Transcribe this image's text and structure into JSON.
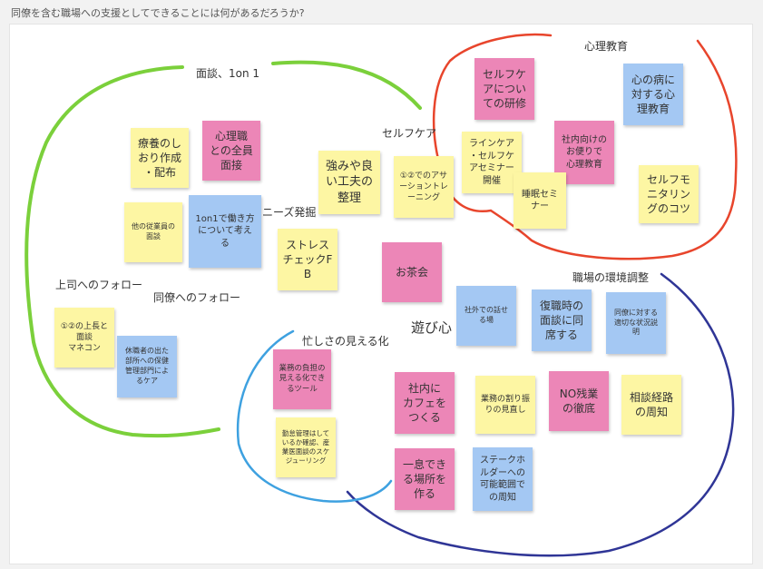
{
  "prompt": "同僚を含む職場への支援としてできることには何があるだろうか?",
  "colors": {
    "green_stroke": "#7bd03b",
    "red_stroke": "#e8452c",
    "navy_stroke": "#2f3596",
    "blue_stroke": "#3ea1e0",
    "note_yellow": "#fdf6a3",
    "note_pink": "#ec86b7",
    "note_blue": "#a4c8f3"
  },
  "labels": {
    "mendan": "面談、1on 1",
    "selfcare": "セルフケア",
    "shinri_kyoiku": "心理教育",
    "needs": "ニーズ発掘",
    "joshi": "上司へのフォロー",
    "doryo": "同僚へのフォロー",
    "shokuba_chosei": "職場の環境調整",
    "asobigokoro": "遊び心",
    "isogashisa": "忙しさの見える化"
  },
  "notes": {
    "ryoyou": "療養のし\nおり作成\n・配布",
    "shinrishoku": "心理職\nとの全員\n面接",
    "ta_jugyoin": "他の従業員の\n面談",
    "one_on_one": "1on1で働き方\nについて考え\nる",
    "tsuyomi": "強みや良\nい工夫の\n整理",
    "assertion": "①②でのアサ\nーショントレ\nーニング",
    "stress_check": "ストレス\nチェックF\nB",
    "ocha": "お茶会",
    "selfcare_kenshu": "セルフケ\nアについ\nての研修",
    "kokoro_no_yamai": "心の病に\n対する心\n理教育",
    "line_care": "ラインケア\n・セルフケ\nアセミナー\n開催",
    "shanai_otayori": "社内向けの\nお便りで\n心理教育",
    "suimin": "睡眠セミ\nナー",
    "self_monitoring": "セルフモ\nニタリン\nグのコツ",
    "joshi_mendan": "①②の上長と\n面談\nマネコン",
    "kyushokusha": "休職者の出た\n部所への保健\n管理部門によ\nるケア",
    "shagai": "社外での話せ\nる場",
    "fukushoku": "復職時の\n面談に同\n席する",
    "doryo_tekisetsu": "同僚に対する\n適切な状況説\n明",
    "futan": "業務の負担の\n見える化でき\nるツール",
    "kintai": "勤怠管理はして\nいるか確認、産\n業医面談のスケ\nジューリング",
    "cafe": "社内に\nカフェを\nつくる",
    "wariburi": "業務の割り振\nりの見直し",
    "no_zangyo": "NO残業\nの徹底",
    "soudan_keiro": "相談経路\nの周知",
    "hitoiki": "一息でき\nる場所を\n作る",
    "stakeholder": "ステークホ\nルダーへの\n可能範囲で\nの周知"
  }
}
